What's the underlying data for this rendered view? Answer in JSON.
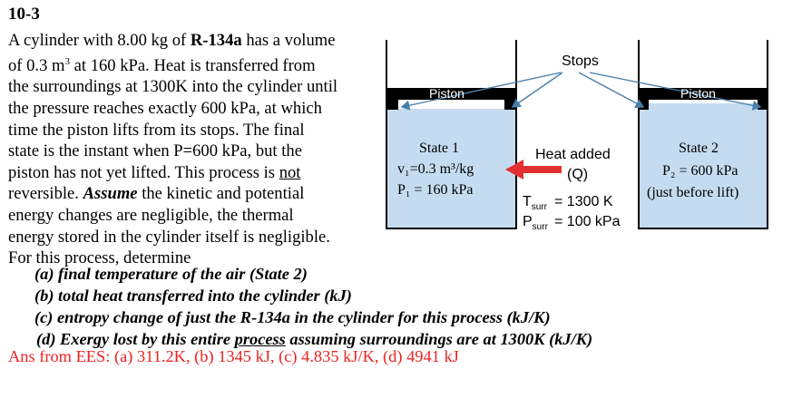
{
  "problem": {
    "number": "10-3",
    "lines": [
      {
        "pre": "A cylinder with 8.00 kg of ",
        "bold": "R-134a",
        "post": " has a volume"
      },
      {
        "pre": "of 0.3 m",
        "sup": "3",
        "post": " at 160 kPa. Heat is transferred from"
      },
      {
        "text": "the surroundings at 1300K into the cylinder until"
      },
      {
        "text": "the pressure reaches exactly 600 kPa, at which"
      },
      {
        "text": "time the piston lifts from its stops. The final"
      },
      {
        "text": "state is the instant when P=600 kPa, but the"
      },
      {
        "pre": "piston has not yet lifted. This process is ",
        "underline": "not",
        "post": ""
      },
      {
        "pre": "reversible. ",
        "bolditalic": "Assume",
        "post": " the kinetic and potential"
      },
      {
        "text": "energy changes are negligible, the thermal"
      },
      {
        "text": "energy stored in the cylinder itself is negligible."
      },
      {
        "text": "For this process, determine"
      }
    ],
    "parts": [
      "(a)  final temperature of the air (State 2)",
      "(b)  total heat transferred into the cylinder (kJ)",
      "(c)  entropy change of just the R-134a in the cylinder for this process (kJ/K)",
      {
        "pre": "(d)  Exergy lost by this entire ",
        "underline": "process",
        "post": " assuming surroundings are at 1300K (kJ/K)"
      }
    ],
    "answer": "Ans from EES: (a) 311.2K, (b) 1345 kJ, (c) 4.835 kJ/K, (d) 4941 kJ"
  },
  "diagram": {
    "left_piston_label": "Piston",
    "right_piston_label": "Piston",
    "stops_label": "Stops",
    "state1": {
      "title": "State 1",
      "v": "v₁=0.3 m³/kg",
      "p": "P₁ = 160 kPa"
    },
    "state2": {
      "title": "State 2",
      "p": "P₂ = 600 kPa",
      "note": "(just before lift)"
    },
    "heat": {
      "label": "Heat added",
      "symbol": "(Q)"
    },
    "surr": {
      "T_sym": "T",
      "T_sub": "surr",
      "T_val": "= 1300 K",
      "P_sym": "P",
      "P_sub": "surr",
      "P_val": "= 100 kPa"
    },
    "colors": {
      "fluid": "#c5dcf0",
      "arrow": "#e23030",
      "leader": "#4a7fa8",
      "outline": "#000000",
      "answer_text": "#ee2222"
    }
  }
}
